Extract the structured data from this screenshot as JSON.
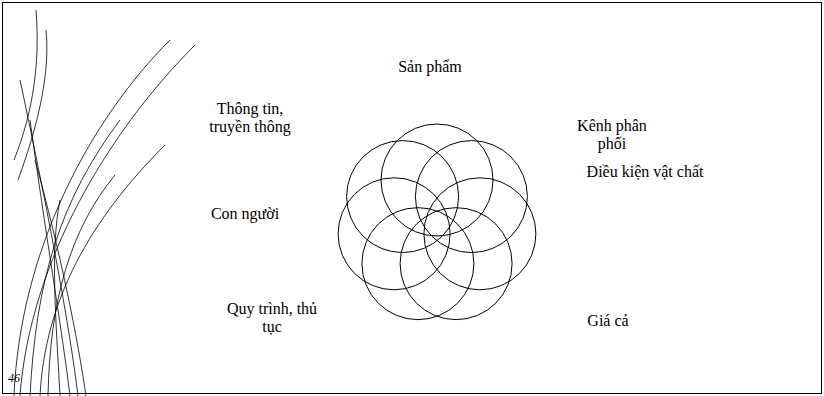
{
  "diagram": {
    "labels": [
      "Sản phẩm",
      "Thông tin, truyền thông",
      "Kênh phân phối",
      "Con người",
      "Điều kiện vật chất",
      "Quy trình, thủ tục",
      "Giá cả",
      "46"
    ]
  }
}
